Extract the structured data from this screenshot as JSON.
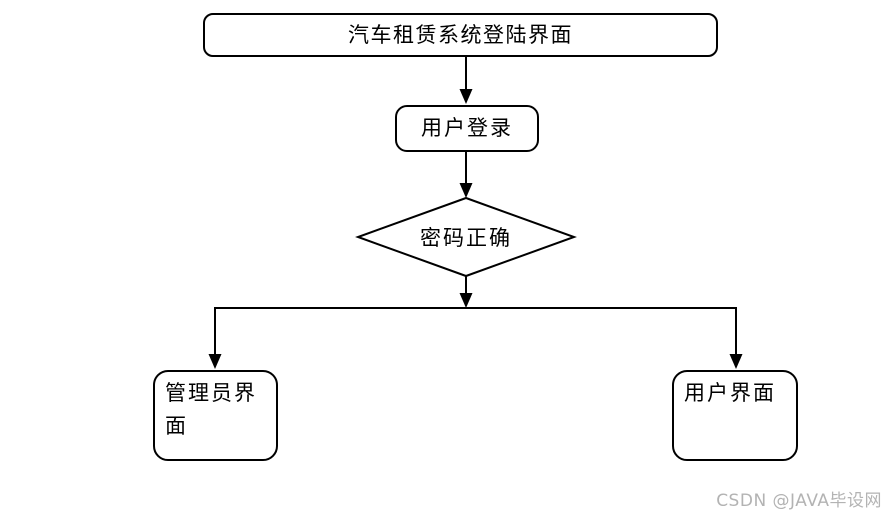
{
  "diagram": {
    "title": "汽车租赁系统登陆界面",
    "nodes": {
      "title_node": {
        "label": "汽车租赁系统登陆界面",
        "shape": "rounded-rectangle"
      },
      "login_node": {
        "label": "用户登录",
        "shape": "rounded-rectangle"
      },
      "decision_node": {
        "label": "密码正确",
        "shape": "diamond"
      },
      "admin_node": {
        "label": "管理员界面",
        "shape": "rounded-rectangle"
      },
      "user_node": {
        "label": "用户界面",
        "shape": "rounded-rectangle"
      }
    },
    "edges": [
      {
        "from": "title_node",
        "to": "login_node"
      },
      {
        "from": "login_node",
        "to": "decision_node"
      },
      {
        "from": "decision_node",
        "to": "admin_node"
      },
      {
        "from": "decision_node",
        "to": "user_node"
      }
    ]
  },
  "watermark": {
    "text": "CSDN @JAVA毕设网"
  },
  "colors": {
    "background": "#ffffff",
    "stroke": "#000000",
    "node_fill": "#ffffff",
    "text": "#000000",
    "watermark": "#b3b3b3"
  }
}
